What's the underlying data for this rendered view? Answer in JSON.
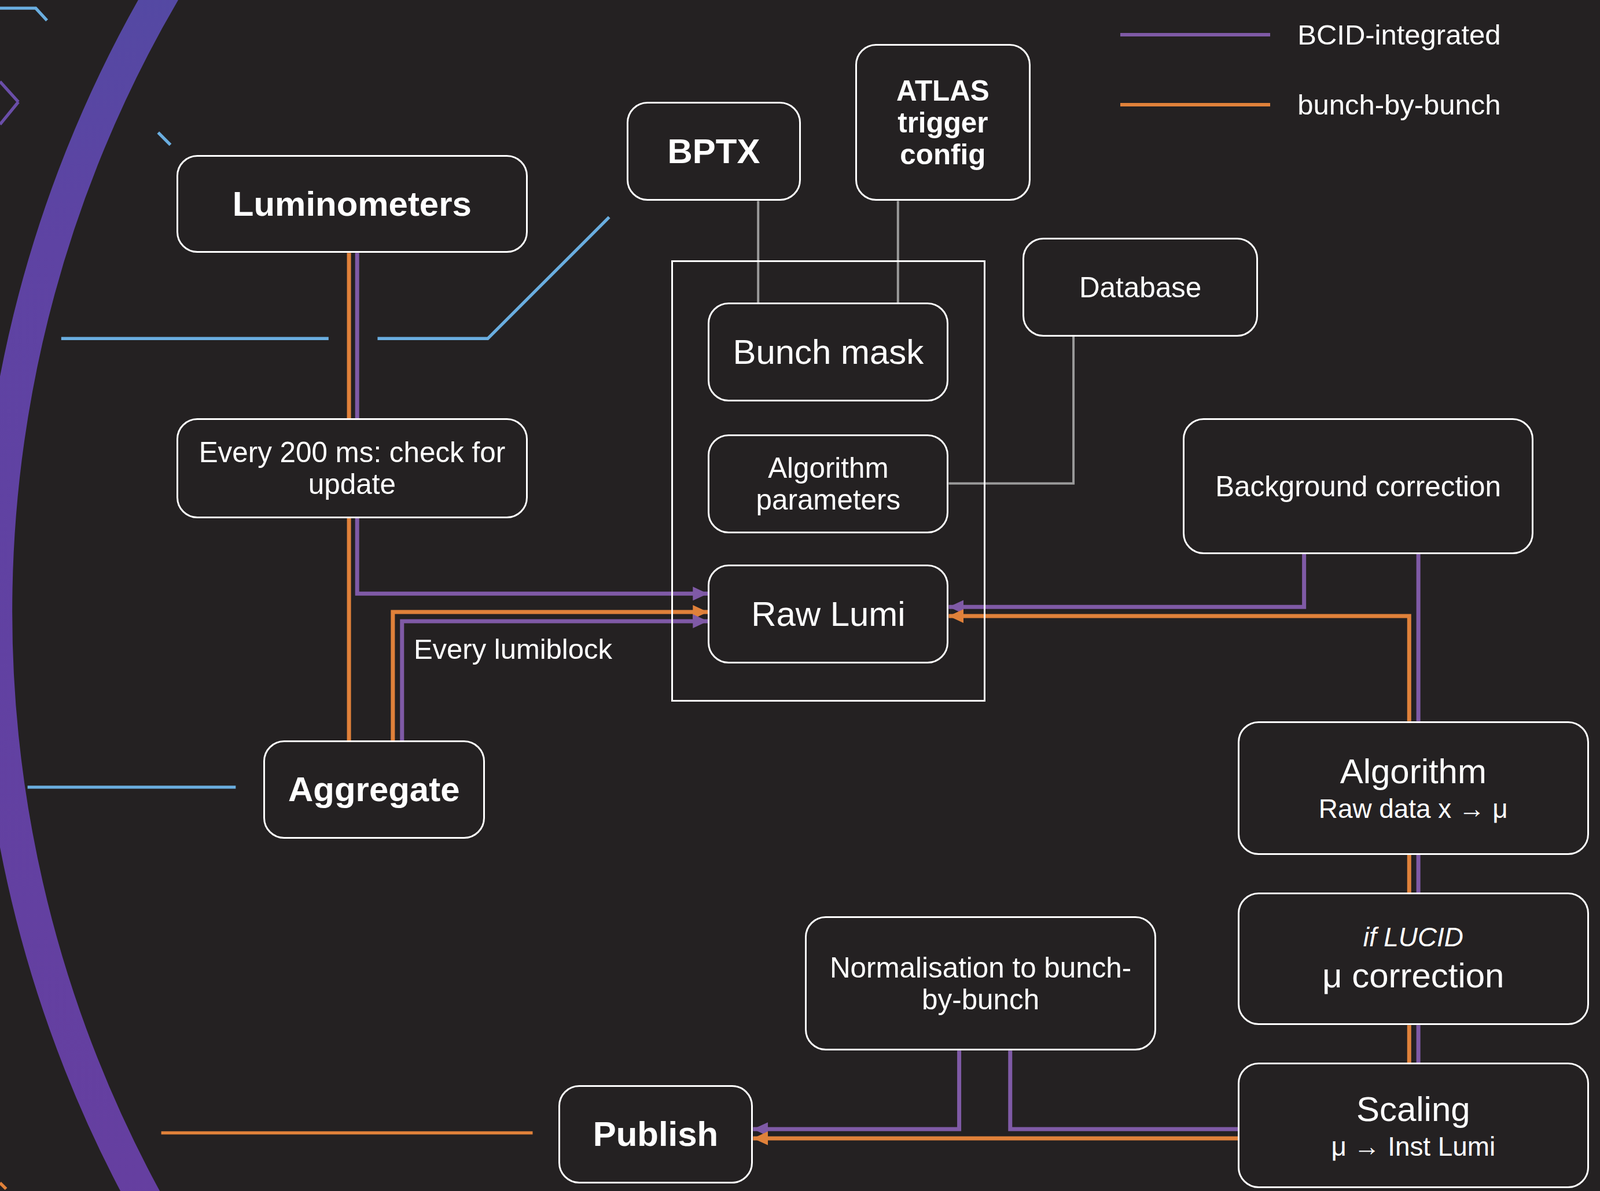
{
  "diagram": {
    "nodes": [
      {
        "text": [
          "Luminometers"
        ]
      },
      {
        "text": [
          "BPTX"
        ]
      },
      {
        "text": [
          "ATLAS trigger config"
        ]
      },
      {
        "text": [
          "Database"
        ]
      },
      {
        "text": []
      },
      {
        "text": [
          "Bunch mask"
        ],
        "in": 4
      },
      {
        "text": [
          "Algorithm parameters"
        ],
        "in": 4
      },
      {
        "text": [
          "Every 200 ms: check for update"
        ]
      },
      {
        "text": [
          "Background correction"
        ]
      },
      {
        "text": [
          "Raw Lumi"
        ],
        "in": 4
      },
      {
        "text": [
          "Aggregate"
        ]
      },
      {
        "text": [
          "Algorithm",
          "Raw data x → μ"
        ]
      },
      {
        "text": [
          "if LUCID",
          "μ correction"
        ]
      },
      {
        "text": [
          "Normalisation to bunch-by-bunch"
        ]
      },
      {
        "text": [
          "Scaling",
          "μ → Inst Lumi"
        ]
      },
      {
        "text": [
          "Publish"
        ]
      }
    ],
    "edges": [
      {
        "from": 1,
        "to": 5,
        "arrow": "none"
      },
      {
        "from": 2,
        "to": 5,
        "arrow": "none"
      },
      {
        "from": 3,
        "to": 6,
        "arrow": "none"
      },
      {
        "from": 0,
        "to": 7,
        "arrow": "none"
      },
      {
        "from": 0,
        "to": 10,
        "arrow": "none"
      },
      {
        "from": 7,
        "to": 9,
        "arrow": "to"
      },
      {
        "from": 10,
        "to": 9,
        "label": "Every lumiblock",
        "arrow": "to"
      },
      {
        "from": 10,
        "to": 9,
        "arrow": "to"
      },
      {
        "from": 8,
        "to": 9,
        "arrow": "to"
      },
      {
        "from": 11,
        "to": 9,
        "arrow": "to"
      },
      {
        "from": 8,
        "to": 11,
        "arrow": "none"
      },
      {
        "from": 11,
        "to": 12,
        "arrow": "none"
      },
      {
        "from": 11,
        "to": 12,
        "arrow": "none"
      },
      {
        "from": 12,
        "to": 14,
        "arrow": "none"
      },
      {
        "from": 12,
        "to": 14,
        "arrow": "none"
      },
      {
        "from": 14,
        "to": 13,
        "arrow": "none"
      },
      {
        "from": 13,
        "to": 15,
        "arrow": "to"
      },
      {
        "from": 14,
        "to": 15,
        "arrow": "to"
      }
    ],
    "legend": [
      {
        "text": "BCID-integrated",
        "color": "#7f5aa6"
      },
      {
        "text": "bunch-by-bunch",
        "color": "#e0813a"
      }
    ]
  }
}
